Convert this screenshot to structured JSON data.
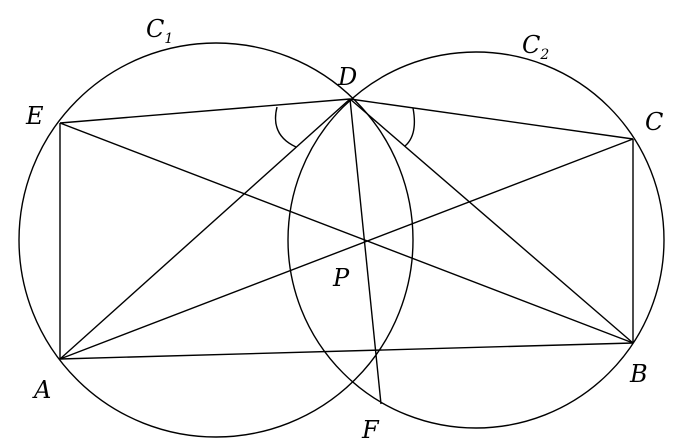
{
  "circles": [
    {
      "name": "C",
      "subscript": "1"
    },
    {
      "name": "C",
      "subscript": "2"
    }
  ],
  "points": {
    "A": "A",
    "B": "B",
    "C": "C",
    "D": "D",
    "E": "E",
    "F": "F",
    "P": "P"
  }
}
